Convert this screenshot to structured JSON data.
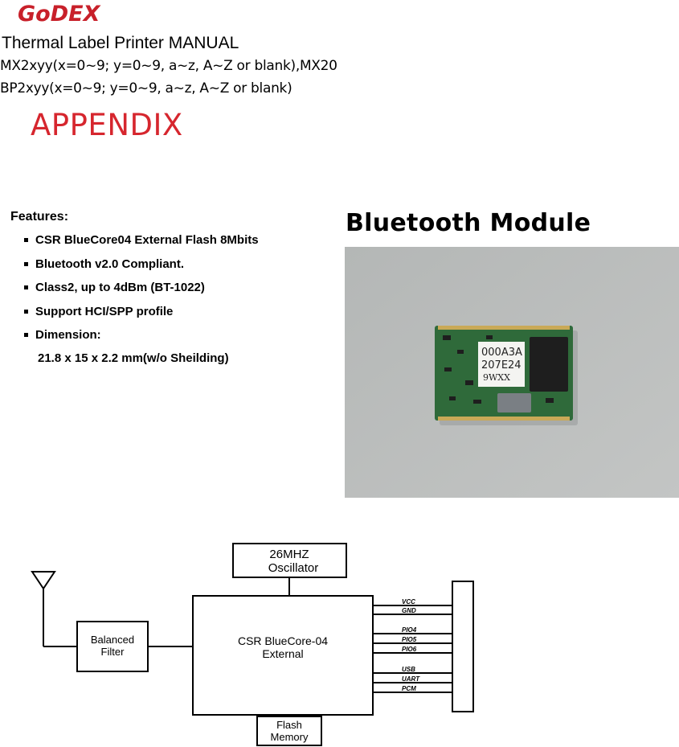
{
  "header": {
    "logo_text": "GoDEX",
    "manual_title": "Thermal Label Printer MANUAL",
    "model_line_1": "MX2xyy(x=0~9; y=0~9, a~z, A~Z or blank),MX20",
    "model_line_2": "BP2xyy(x=0~9; y=0~9, a~z, A~Z or blank)",
    "section": "APPENDIX"
  },
  "features": {
    "heading": "Features:",
    "items": [
      "CSR BlueCore04 External Flash 8Mbits",
      "Bluetooth v2.0 Compliant.",
      "Class2, up to 4dBm (BT-1022)",
      "Support HCI/SPP profile",
      "Dimension:"
    ],
    "dimension_value": "21.8 x 15 x 2.2 mm(w/o Sheilding)"
  },
  "module": {
    "title": "Bluetooth Module",
    "chip_label": [
      "000A3A",
      "207E24",
      "9WXX"
    ]
  },
  "diagram": {
    "oscillator": [
      "26MHZ",
      "Oscillator"
    ],
    "filter": [
      "Balanced",
      "Filter"
    ],
    "core": [
      "CSR BlueCore-04",
      "External"
    ],
    "flash": [
      "Flash",
      "Memory"
    ],
    "pins": [
      "VCC",
      "GND",
      "PIO4",
      "PIO5",
      "PIO6",
      "USB",
      "UART",
      "PCM"
    ]
  },
  "colors": {
    "logo_red": "#c8202a",
    "appendix_red": "#d6262e",
    "pcb_green": "#2f6a3a",
    "background_gray": "#b9bcbb"
  }
}
